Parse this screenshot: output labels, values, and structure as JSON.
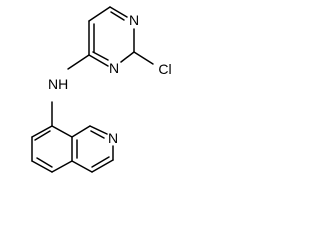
{
  "molecule": {
    "atom_labels": {
      "pyrimidine_n_upper": "N",
      "pyrimidine_n_lower": "N",
      "chloro": "Cl",
      "amine": "NH",
      "isoquinoline_n": "N"
    }
  },
  "colors": {
    "bond": "#000000",
    "label": "#000000",
    "background": "#ffffff"
  }
}
